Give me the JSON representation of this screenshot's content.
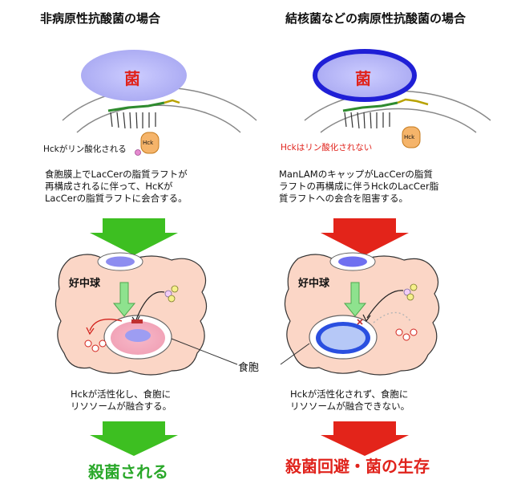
{
  "left": {
    "title": "非病原性抗酸菌の場合",
    "bacterium_label": "菌",
    "hck_small": "Hck",
    "hck_status": "Hckがリン酸化される",
    "description": "食胞膜上でLacCerの脂質ラフトが\n再構成されるに伴って、HcKが\nLacCerの脂質ラフトに会合する。",
    "cell_label": "好中球",
    "result_description": "Hckが活性化し、食胞に\nリソソームが融合する。",
    "outcome": "殺菌される"
  },
  "right": {
    "title": "結核菌などの病原性抗酸菌の場合",
    "bacterium_label": "菌",
    "hck_small": "Hck",
    "hck_status": "Hckはリン酸化されない",
    "description": "ManLAMのキャップがLacCerの脂質\nラフトの再構成に伴うHckのLacCer脂\n質ラフトへの会合を阻害する。",
    "cell_label": "好中球",
    "result_description": "Hckが活性化されず、食胞に\nリソソームが融合できない。",
    "outcome": "殺菌回避・菌の生存"
  },
  "shared": {
    "phagosome_label": "食胞"
  },
  "colors": {
    "bacterium_fill": "#b8b8f5",
    "bacterium_edge_right": "#1f1fd6",
    "arrow_green": "#3dbf21",
    "arrow_red": "#e3241a",
    "cell_fill": "#fbd6c6",
    "text_red": "#e0231c",
    "text_green": "#2aa82a"
  }
}
